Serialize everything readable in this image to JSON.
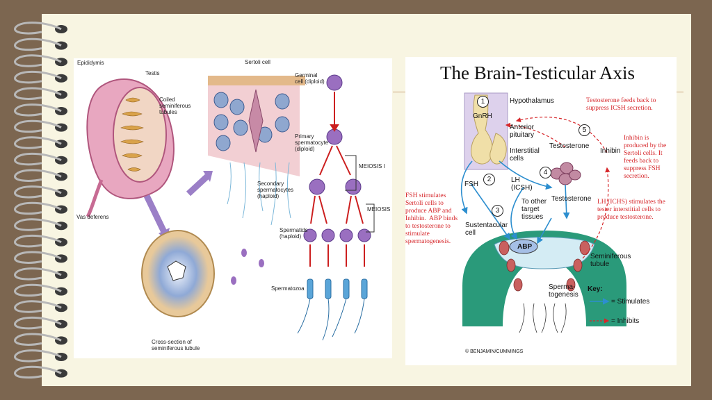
{
  "left_figure": {
    "epididymis": "Epididymis",
    "testis": "Testis",
    "coiled": "Coiled\nseminiferous\ntubules",
    "vas_deferens": "Vas deferens",
    "cross_section": "Cross-section of\nseminiferous tubule",
    "sertoli": "Sertoli cell",
    "germinal": "Germinal\ncell (diploid)",
    "primary": "Primary\nspermatocyte\n(diploid)",
    "meiosis1": "MEIOSIS I",
    "secondary": "Secondary\nspermatocytes\n(haploid)",
    "meiosis2": "MEIOSIS II",
    "spermatids": "Spermatids\n(haploid)",
    "spermatozoa": "Spermatozoa"
  },
  "right_figure": {
    "title": "The Brain-Testicular Axis",
    "hypothalamus": "Hypothalamus",
    "gnrh": "GnRH",
    "anterior": "Anterior\npituitary",
    "interstitial": "Interstitial\ncells",
    "testosterone_top": "Testosterone",
    "inhibin": "Inhibin",
    "fsh": "FSH",
    "lh": "LH\n(ICSH)",
    "testosterone_mid": "Testosterone",
    "other_target": "To other\ntarget\ntissues",
    "sustentacular": "Sustentacular\ncell",
    "abp": "ABP",
    "seminiferous": "Seminiferous\ntubule",
    "spermatogenesis": "Sperma-\ntogenesis",
    "key": "Key:",
    "stimulates": "= Stimulates",
    "inhibits": "= Inhibits",
    "credit": "© BENJAMIN/CUMMINGS",
    "num1": "1",
    "num2": "2",
    "num3": "3",
    "num4": "4",
    "num5": "5",
    "note_testosterone": "Testosterone feeds back to\nsuppress ICSH secretion.",
    "note_inhibin": "Inhibin is\nproduced by the\nSertoli cells. It\nfeeds back to\nsuppress FSH\nsecretion.",
    "note_lh": "LH (ICHS) stimulates the\ntester interstitial cells to\nproduce testosterone.",
    "note_fsh": "FSH stimulates\nSertoli cells to\nproduce ABP and\nInhibin.  ABP binds\nto testosterone to\nstimulate\nspermatogenesis."
  }
}
